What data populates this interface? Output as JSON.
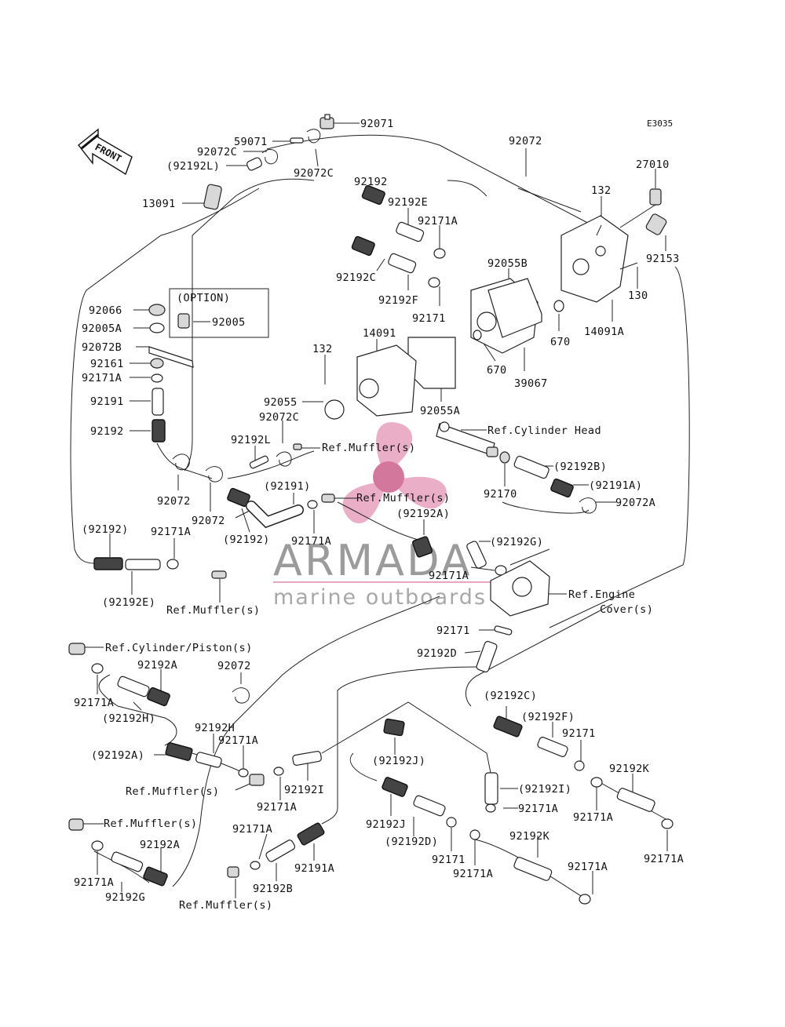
{
  "diagram_code": "E3035",
  "front_label": "FRONT",
  "option_box_label": "(OPTION)",
  "watermark": {
    "brand": "ARMADA",
    "tagline": "marine outboards",
    "logo_color": "#e8a6c0",
    "logo_center_color": "#d4779c"
  },
  "labels": {
    "l92071": "92071",
    "l59071": "59071",
    "l92072C_top": "92072C",
    "l92192L_top": "(92192L)",
    "l92072C_b": "92072C",
    "l13091": "13091",
    "l92072_top": "92072",
    "lE27010": "27010",
    "l132_top": "132",
    "l92153": "92153",
    "l130": "130",
    "l14091A": "14091A",
    "l92192": "92192",
    "l92192E": "92192E",
    "l92171A_a": "92171A",
    "l92192C": "92192C",
    "l92192F": "92192F",
    "l92171_a": "92171",
    "l92055B": "92055B",
    "l670_a": "670",
    "l670_b": "670",
    "l39067": "39067",
    "l92066": "92066",
    "l92005A": "92005A",
    "l92005": "92005",
    "l92072B": "92072B",
    "l92161": "92161",
    "l92171A_b": "92171A",
    "l92191": "92191",
    "l92192_b": "92192",
    "l132_mid": "132",
    "l14091": "14091",
    "l92055": "92055",
    "l92072C_mid": "92072C",
    "l92055A": "92055A",
    "lRefCyl": "Ref.Cylinder Head",
    "l92192L_mid": "92192L",
    "lRefMuff1": "Ref.Muffler(s)",
    "l92072_a": "92072",
    "l92072_b": "92072",
    "l92191_p": "(92191)",
    "lRefMuff2": "Ref.Muffler(s)",
    "l92192_p": "(92192)",
    "l92171A_c": "92171A",
    "l92170": "92170",
    "l92192B_p": "(92192B)",
    "l92191A_p": "(92191A)",
    "l92072A": "92072A",
    "l92192A_p": "(92192A)",
    "l92192G_p": "(92192G)",
    "l92171A_d": "92171A",
    "l92192_p2": "(92192)",
    "l92171A_e": "92171A",
    "l92192E_p": "(92192E)",
    "lRefMuff3": "Ref.Muffler(s)",
    "lRefEng1": "Ref.Engine",
    "lRefEng2": "Cover(s)",
    "l92171_b": "92171",
    "l92192D": "92192D",
    "lRefCylPis": "Ref.Cylinder/Piston(s)",
    "l92192A_a": "92192A",
    "l92072_c": "92072",
    "l92171A_f": "92171A",
    "l92192H_p": "(92192H)",
    "l92192H": "92192H",
    "l92171A_g": "92171A",
    "l92192A_p2": "(92192A)",
    "lRefMuff4": "Ref.Muffler(s)",
    "l92192I": "92192I",
    "l92171A_h": "92171A",
    "l92192C_p": "(92192C)",
    "l92192F_p": "(92192F)",
    "l92171_c": "92171",
    "l92192J_p": "(92192J)",
    "l92192K_a": "92192K",
    "l92192I_p": "(92192I)",
    "l92171A_i": "92171A",
    "l92171A_j": "92171A",
    "lRefMuff5": "Ref.Muffler(s)",
    "l92171A_k": "92171A",
    "l92192A_b": "92192A",
    "l92192J": "92192J",
    "l92192D_p": "(92192D)",
    "l92171_d": "92171",
    "l92192K_b": "92192K",
    "l92171A_l": "92171A",
    "l92171A_m": "92171A",
    "l92192G": "92192G",
    "l92192B": "92192B",
    "l92191A": "92191A",
    "l92171A_n": "92171A",
    "lRefMuff6": "Ref.Muffler(s)",
    "l92171A_o": "92171A"
  }
}
